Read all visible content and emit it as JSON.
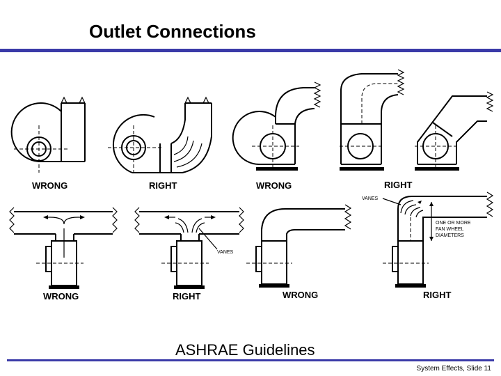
{
  "slide": {
    "title": "Outlet Connections",
    "subtitle": "ASHRAE Guidelines",
    "footer": "System Effects, Slide 11",
    "rule_color": "#3a3aa8"
  },
  "panels": {
    "top": [
      "WRONG",
      "RIGHT",
      "WRONG",
      "RIGHT"
    ],
    "bottom": [
      "WRONG",
      "RIGHT",
      "WRONG",
      "RIGHT"
    ]
  },
  "callouts": {
    "vanes_1": "VANES",
    "vanes_2": "VANES",
    "diameter_line1": "ONE OR MORE",
    "diameter_line2": "FAN WHEEL",
    "diameter_line3": "DIAMETERS"
  }
}
